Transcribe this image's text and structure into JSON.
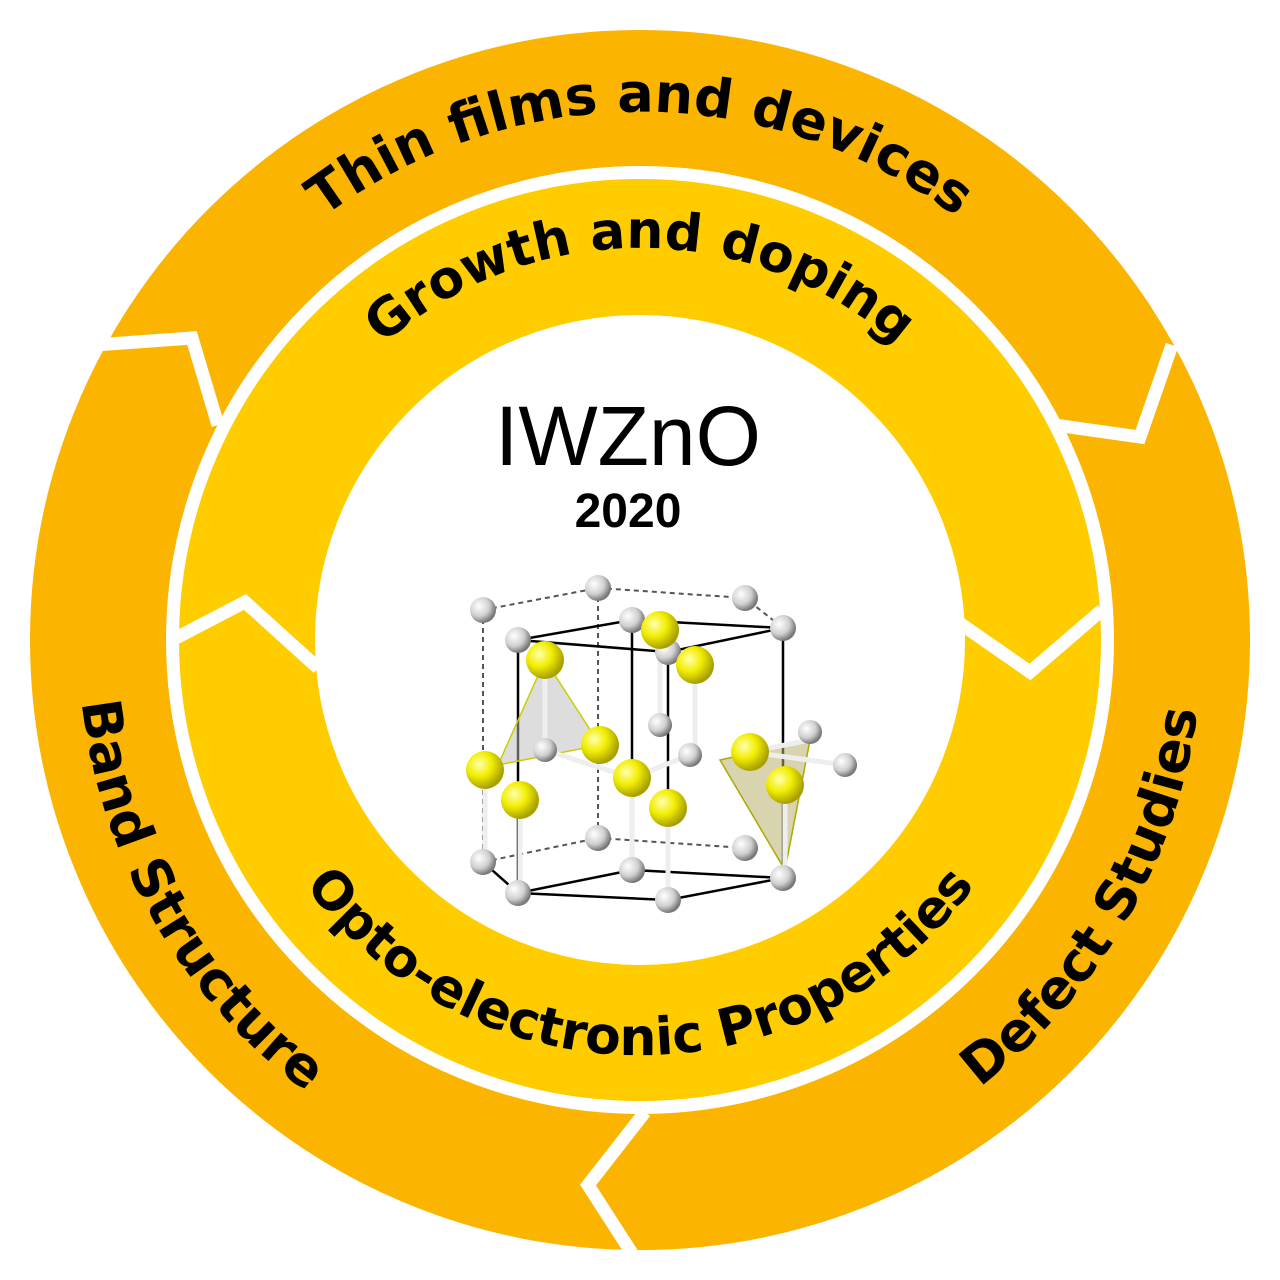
{
  "center": {
    "title": "IWZnO",
    "year": "2020",
    "image": "wurtzite-crystal-structure"
  },
  "outer_ring": {
    "color": "#FBB400",
    "segments": [
      {
        "label": "Thin films and devices"
      },
      {
        "label": "Defect Studies"
      },
      {
        "label": "Band Structure"
      }
    ]
  },
  "inner_ring": {
    "color": "#FFCC00",
    "segments": [
      {
        "label": "Growth and doping"
      },
      {
        "label": "Opto-electronic Properties"
      }
    ]
  },
  "colors": {
    "zn": "#F2EE00",
    "o": "#D8D8D8"
  }
}
